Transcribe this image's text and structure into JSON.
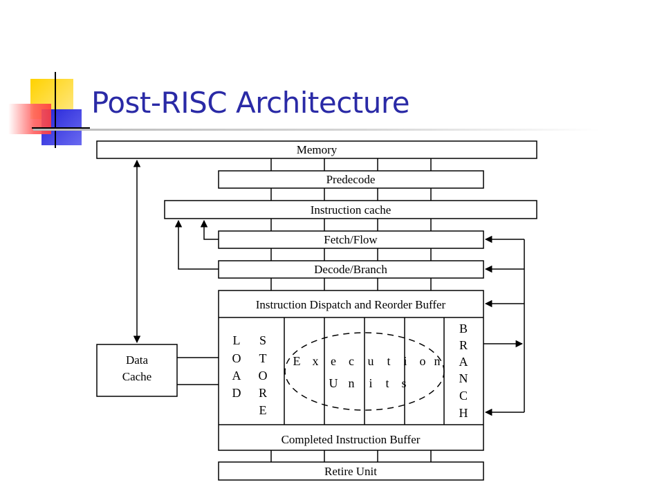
{
  "slide": {
    "title": "Post-RISC Architecture"
  },
  "diagram": {
    "blocks": {
      "memory": "Memory",
      "predecode": "Predecode",
      "instruction_cache": "Instruction cache",
      "fetch_flow": "Fetch/Flow",
      "decode_branch": "Decode/Branch",
      "dispatch_reorder": "Instruction Dispatch and Reorder Buffer",
      "completed_buffer": "Completed Instruction Buffer",
      "retire_unit": "Retire Unit",
      "data_cache_line1": "Data",
      "data_cache_line2": "Cache"
    },
    "units": {
      "load_letters": [
        "L",
        "O",
        "A",
        "D"
      ],
      "store_letters": [
        "S",
        "T",
        "O",
        "R",
        "E"
      ],
      "branch_letters": [
        "B",
        "R",
        "A",
        "N",
        "C",
        "H"
      ],
      "execution_line1": [
        "E",
        "x",
        "e",
        "c",
        "u",
        "t",
        "i",
        "o",
        "n"
      ],
      "execution_line2": [
        "U",
        "n",
        "i",
        "t",
        "s"
      ]
    }
  }
}
